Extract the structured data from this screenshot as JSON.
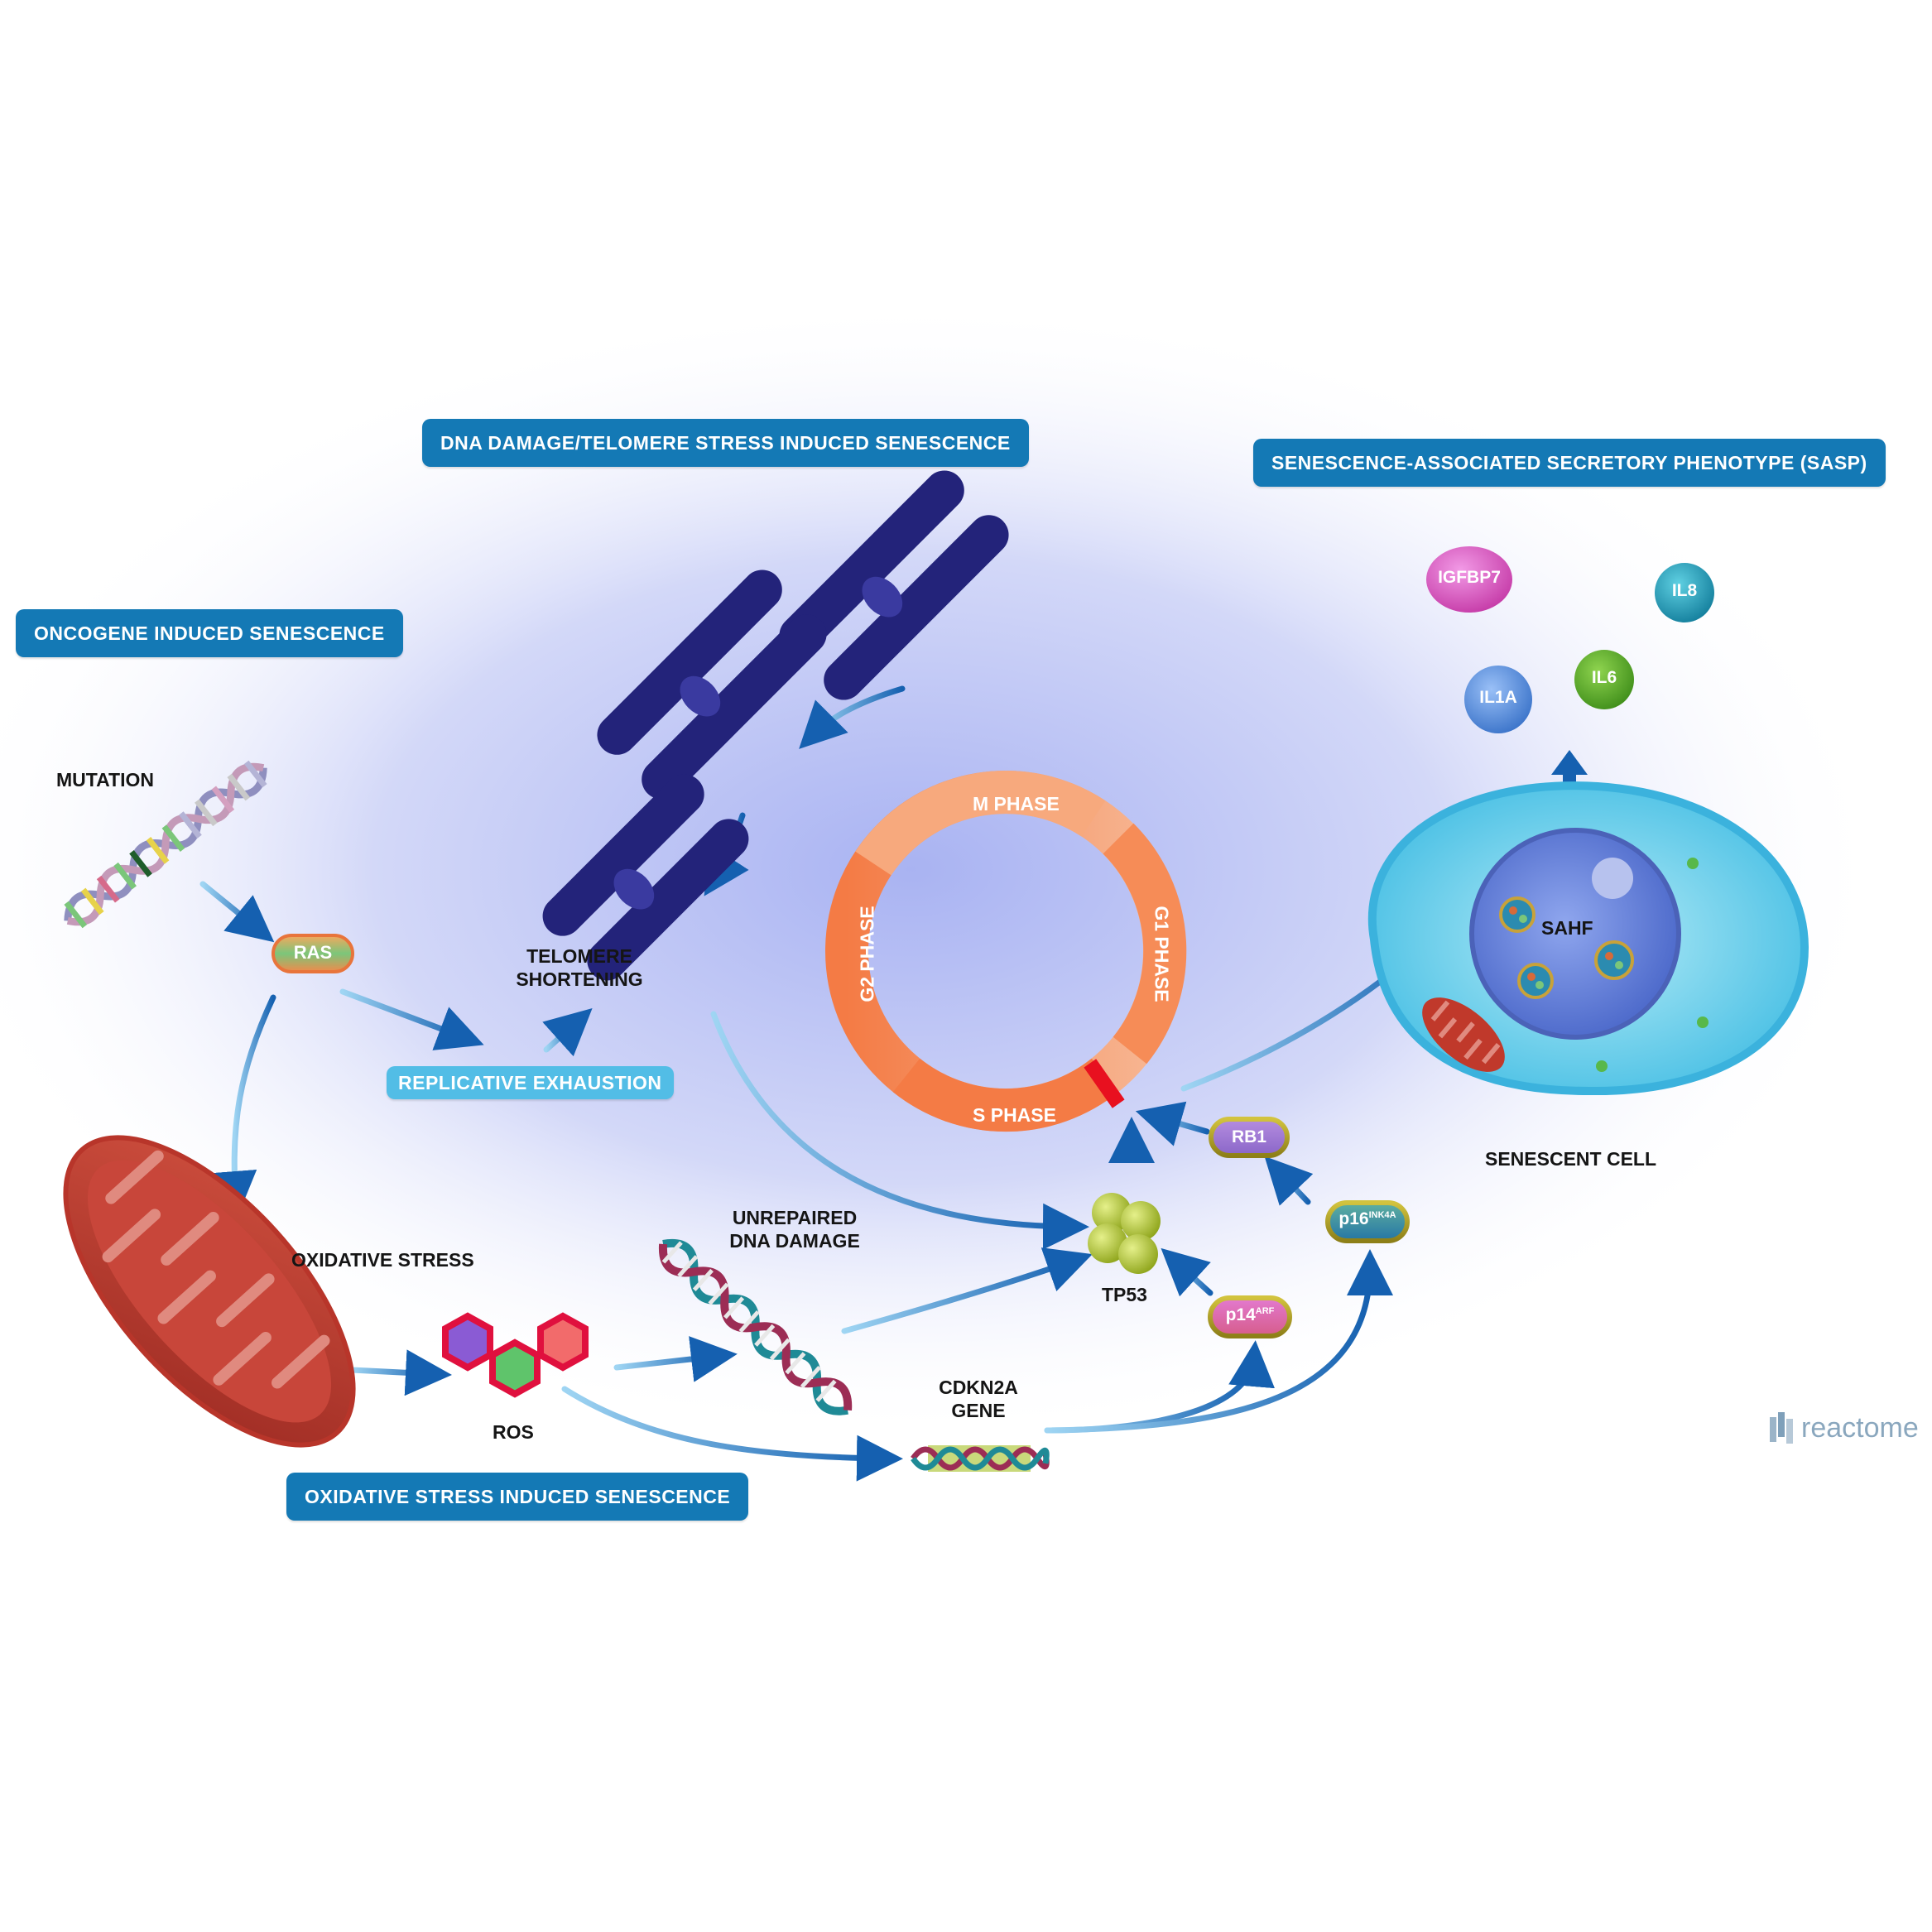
{
  "titles": {
    "dna_damage": "DNA DAMAGE/TELOMERE STRESS INDUCED SENESCENCE",
    "sasp": "SENESCENCE-ASSOCIATED SECRETORY PHENOTYPE (SASP)",
    "oncogene": "ONCOGENE INDUCED SENESCENCE",
    "oxidative": "OXIDATIVE STRESS INDUCED SENESCENCE",
    "replicative": "REPLICATIVE EXHAUSTION"
  },
  "labels": {
    "mutation": "MUTATION",
    "telomere_1": "TELOMERE",
    "telomere_2": "SHORTENING",
    "oxidative_stress": "OXIDATIVE STRESS",
    "ros": "ROS",
    "unrepaired_1": "UNREPAIRED",
    "unrepaired_2": "DNA DAMAGE",
    "cdkn2a_1": "CDKN2A",
    "cdkn2a_2": "GENE",
    "tp53": "TP53",
    "senescent_cell": "SENESCENT CELL",
    "sahf": "SAHF"
  },
  "proteins": {
    "ras": "RAS",
    "rb1": "RB1",
    "p16": "p16",
    "p16_sup": "INK4A",
    "p14": "p14",
    "p14_sup": "ARF"
  },
  "cytokines": {
    "igfbp7": "IGFBP7",
    "il8": "IL8",
    "il1a": "IL1A",
    "il6": "IL6"
  },
  "cell_cycle": {
    "m": "M PHASE",
    "g1": "G1 PHASE",
    "s": "S PHASE",
    "g2": "G2 PHASE"
  },
  "logo": "reactome",
  "colors": {
    "title_bg": "#1479b5",
    "subtitle_bg": "#52bde6",
    "arrow": "#1560b0",
    "cycle": "#f47b45",
    "chromosome": "#23237a",
    "mitochondrion": "#c0392b"
  }
}
